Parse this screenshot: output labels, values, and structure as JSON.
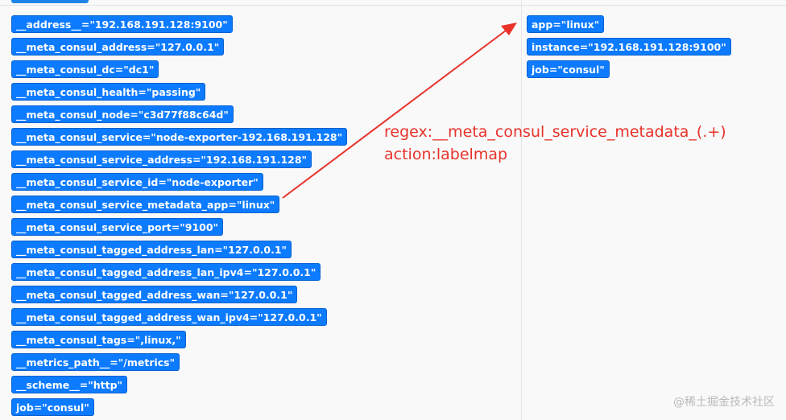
{
  "discovered_labels": [
    "__address__=\"192.168.191.128:9100\"",
    "__meta_consul_address=\"127.0.0.1\"",
    "__meta_consul_dc=\"dc1\"",
    "__meta_consul_health=\"passing\"",
    "__meta_consul_node=\"c3d77f88c64d\"",
    "__meta_consul_service=\"node-exporter-192.168.191.128\"",
    "__meta_consul_service_address=\"192.168.191.128\"",
    "__meta_consul_service_id=\"node-exporter\"",
    "__meta_consul_service_metadata_app=\"linux\"",
    "__meta_consul_service_port=\"9100\"",
    "__meta_consul_tagged_address_lan=\"127.0.0.1\"",
    "__meta_consul_tagged_address_lan_ipv4=\"127.0.0.1\"",
    "__meta_consul_tagged_address_wan=\"127.0.0.1\"",
    "__meta_consul_tagged_address_wan_ipv4=\"127.0.0.1\"",
    "__meta_consul_tags=\",linux,\"",
    "__metrics_path__=\"/metrics\"",
    "__scheme__=\"http\"",
    "job=\"consul\""
  ],
  "target_labels": [
    "app=\"linux\"",
    "instance=\"192.168.191.128:9100\"",
    "job=\"consul\""
  ],
  "annotation": {
    "line1": "regex:__meta_consul_service_metadata_(.+)",
    "line2": "action:labelmap",
    "color": "#e8322a"
  },
  "watermark": "@稀土掘金技术社区",
  "colors": {
    "chip_bg": "#0d7bff",
    "chip_text": "#ffffff",
    "panel_bg": "#f9f9f9"
  }
}
